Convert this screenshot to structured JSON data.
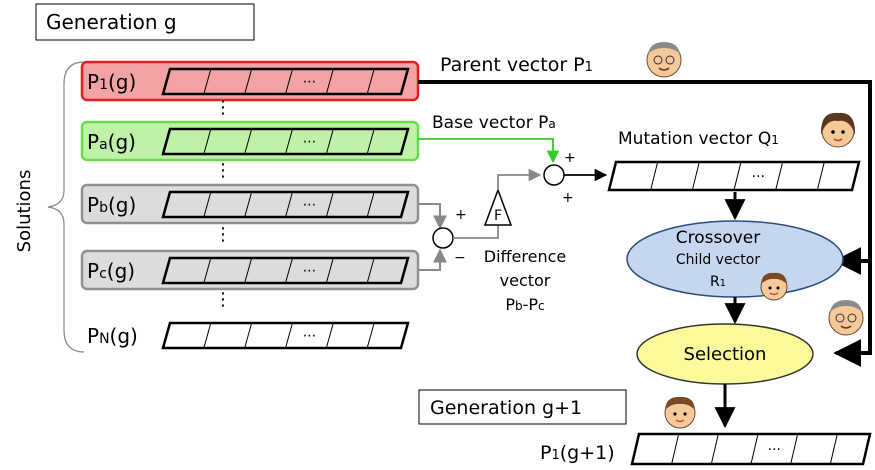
{
  "generation_label": "Generation  g",
  "next_generation_label": "Generation  g+1",
  "solutions_label": "Solutions",
  "vector_cell_dots": "···",
  "vertical_ellipsis": "⋮",
  "parent_vector_label": {
    "text": "Parent vector P",
    "sub": "1"
  },
  "base_vector_label": {
    "text": "Base vector P",
    "sub": "a"
  },
  "mutation_vector_label": {
    "text": "Mutation vector Q",
    "sub": "1"
  },
  "difference_vector_label": [
    "Difference",
    "vector"
  ],
  "difference_formula": {
    "p1": "P",
    "s1": "b",
    "mid": "-P",
    "s2": "c"
  },
  "scale_factor": "F",
  "plus_sign": "+",
  "minus_sign": "−",
  "crossover": {
    "title": "Crossover",
    "line1": "Child vector",
    "line2": "R",
    "sub": "1"
  },
  "selection_label": "Selection",
  "population": [
    {
      "letter": "P",
      "sub": "1",
      "suffix": "(g)"
    },
    {
      "letter": "P",
      "sub": "a",
      "suffix": "(g)"
    },
    {
      "letter": "P",
      "sub": "b",
      "suffix": "(g)"
    },
    {
      "letter": "P",
      "sub": "c",
      "suffix": "(g)"
    },
    {
      "letter": "P",
      "sub": "N",
      "suffix": "(g)"
    }
  ],
  "output_vector": {
    "letter": "P",
    "sub": "1",
    "suffix": "(g+1)"
  },
  "colors": {
    "red_fill": "#f3a3a3",
    "red_stroke": "#e02020",
    "green_fill": "#bff2a8",
    "green_stroke": "#66dd44",
    "green_line": "#33cc22",
    "gray_fill": "#dcdcdc",
    "gray_stroke": "#909090",
    "crossover_fill": "#c5d6ee",
    "crossover_stroke": "#2a4d80",
    "selection_fill": "#fafa9a",
    "selection_stroke": "#333333"
  }
}
